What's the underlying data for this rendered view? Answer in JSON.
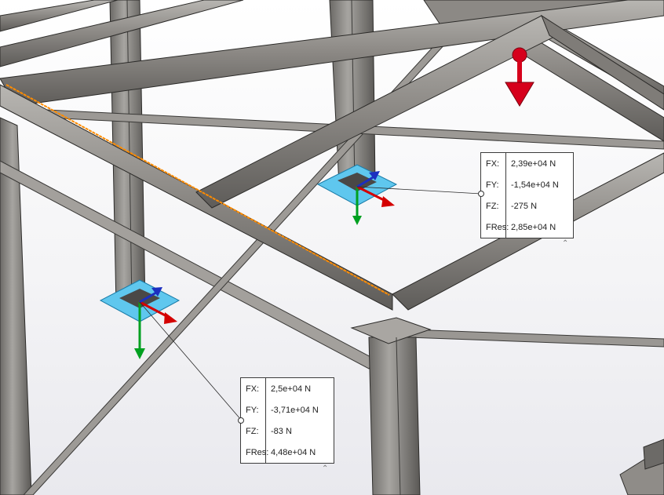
{
  "viewport": {
    "name": "3d-model-viewport",
    "colors": {
      "steel": "#8a8782",
      "steel_dark": "#4f4d4a",
      "edge_highlight": "#ff8c00",
      "x_axis": "#d40000",
      "y_axis": "#00a020",
      "z_axis": "#1c2fc0",
      "fixture_plate": "#5fc7ee",
      "load_arrow": "#d6001c"
    }
  },
  "callouts": [
    {
      "id": "reaction-force-upper",
      "rows": [
        {
          "label": "FX:",
          "value": "2,39e+04 N"
        },
        {
          "label": "FY:",
          "value": "-1,54e+04 N"
        },
        {
          "label": "FZ:",
          "value": "-275 N"
        },
        {
          "label": "FRes:",
          "value": "2,85e+04 N"
        }
      ],
      "collapse_icon": "chevron-up-icon"
    },
    {
      "id": "reaction-force-lower",
      "rows": [
        {
          "label": "FX:",
          "value": "2,5e+04 N"
        },
        {
          "label": "FY:",
          "value": "-3,71e+04 N"
        },
        {
          "label": "FZ:",
          "value": "-83 N"
        },
        {
          "label": "FRes:",
          "value": "4,48e+04 N"
        }
      ],
      "collapse_icon": "chevron-up-icon"
    }
  ]
}
